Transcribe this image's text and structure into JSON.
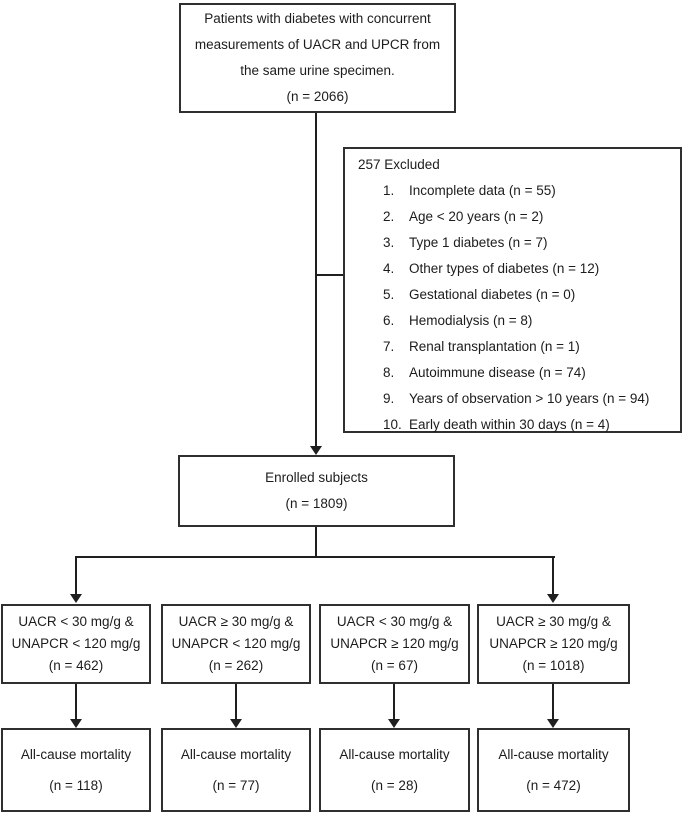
{
  "diagram": {
    "population_box": {
      "line1": "Patients with diabetes with concurrent",
      "line2": "measurements of UACR and UPCR from",
      "line3": "the same urine specimen.",
      "count": "(n = 2066)"
    },
    "excluded_box": {
      "title": "257 Excluded",
      "items": [
        {
          "num": "1.",
          "text": "Incomplete data (n = 55)"
        },
        {
          "num": "2.",
          "text": "Age < 20 years (n = 2)"
        },
        {
          "num": "3.",
          "text": "Type 1 diabetes (n = 7)"
        },
        {
          "num": "4.",
          "text": "Other types of diabetes (n = 12)"
        },
        {
          "num": "5.",
          "text": "Gestational diabetes (n = 0)"
        },
        {
          "num": "6.",
          "text": "Hemodialysis (n = 8)"
        },
        {
          "num": "7.",
          "text": "Renal transplantation (n = 1)"
        },
        {
          "num": "8.",
          "text": "Autoimmune disease (n = 74)"
        },
        {
          "num": "9.",
          "text": "Years of observation > 10 years (n = 94)"
        },
        {
          "num": "10.",
          "text": "Early death within 30 days (n = 4)"
        }
      ]
    },
    "enrolled_box": {
      "label": "Enrolled subjects",
      "count": "(n = 1809)"
    },
    "branch_boxes": [
      {
        "line1": "UACR < 30 mg/g &",
        "line2": "UNAPCR < 120 mg/g",
        "count": "(n = 462)"
      },
      {
        "line1": "UACR ≥ 30 mg/g &",
        "line2": "UNAPCR < 120 mg/g",
        "count": "(n = 262)"
      },
      {
        "line1": "UACR < 30 mg/g &",
        "line2": "UNAPCR ≥ 120 mg/g",
        "count": "(n = 67)"
      },
      {
        "line1": "UACR ≥ 30 mg/g &",
        "line2": "UNAPCR ≥ 120 mg/g",
        "count": "(n = 1018)"
      }
    ],
    "outcome_boxes": [
      {
        "label": "All-cause mortality",
        "count": "(n = 118)"
      },
      {
        "label": "All-cause mortality",
        "count": "(n = 77)"
      },
      {
        "label": "All-cause mortality",
        "count": "(n = 28)"
      },
      {
        "label": "All-cause mortality",
        "count": "(n = 472)"
      }
    ],
    "colors": {
      "box_border": "#2f2f2f",
      "line": "#1f1f1f",
      "text": "#1c1c1c",
      "background": "#ffffff"
    }
  }
}
